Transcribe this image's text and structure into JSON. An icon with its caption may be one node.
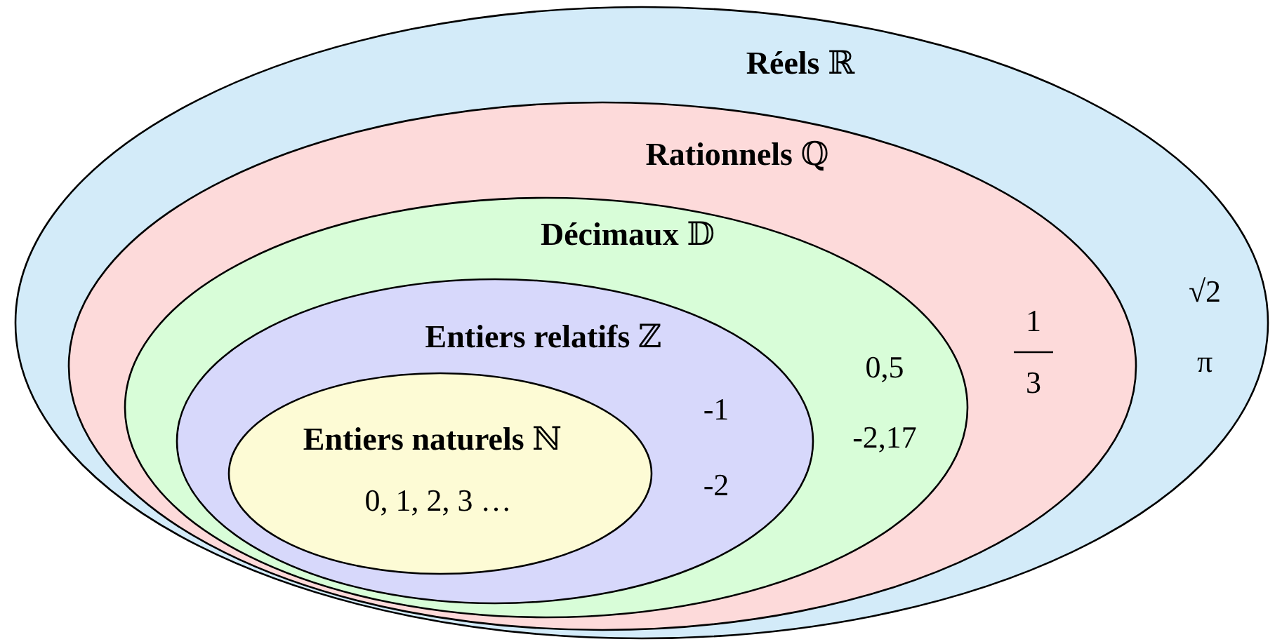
{
  "diagram": {
    "nodes": [
      {
        "text": [
          "**Réels** ℝ",
          "√2",
          "π"
        ]
      },
      {
        "text": [
          "**Rationnels** ℚ",
          "1",
          "3"
        ],
        "in": 0
      },
      {
        "text": [
          "**Décimaux** 𝔻",
          "0,5",
          "-2,17"
        ],
        "in": 1
      },
      {
        "text": [
          "**Entiers relatifs** ℤ",
          "-1",
          "-2"
        ],
        "in": 2
      },
      {
        "text": [
          "**Entiers naturels** ℕ",
          "0, 1, 2, 3 …"
        ],
        "in": 3
      }
    ]
  }
}
